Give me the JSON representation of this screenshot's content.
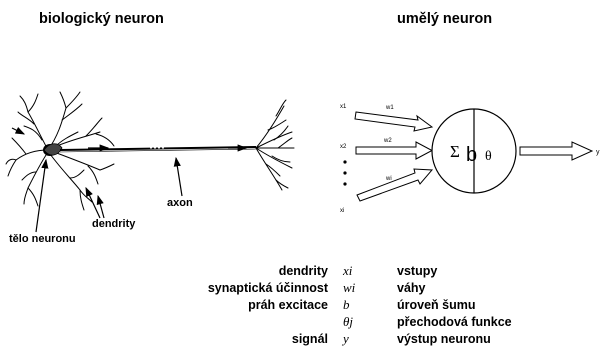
{
  "headings": {
    "left": "biologický neuron",
    "right": "umělý neuron"
  },
  "bio_labels": {
    "axon": "axon",
    "dendrity": "dendrity",
    "telo": "tělo neuronu"
  },
  "artificial": {
    "inputs": [
      "x1",
      "x2",
      "xi"
    ],
    "weights": [
      "w1",
      "w2",
      "wi"
    ],
    "sum_symbol": "Σ",
    "bias_symbol": "b",
    "theta_symbol": "θ",
    "output": "y"
  },
  "legend": [
    {
      "term": "dendrity",
      "symbol": "xi",
      "desc": "vstupy"
    },
    {
      "term": "synaptická účinnost",
      "symbol": "wi",
      "desc": "váhy"
    },
    {
      "term": "práh excitace",
      "symbol": "b",
      "desc": "úroveň šumu"
    },
    {
      "term": "",
      "symbol": "θj",
      "desc": "přechodová funkce"
    },
    {
      "term": "signál",
      "symbol": "y",
      "desc": "výstup neuronu"
    }
  ]
}
